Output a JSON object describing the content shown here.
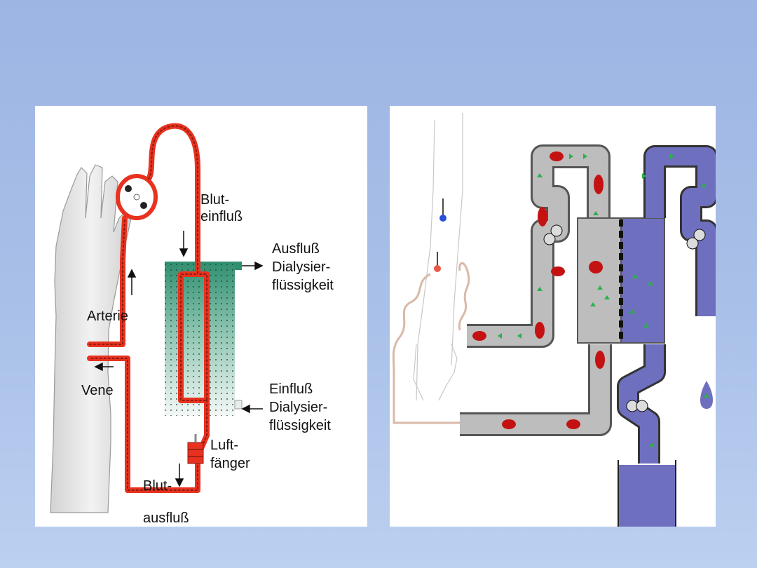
{
  "left_diagram": {
    "labels": {
      "blood_inflow_line1": "Blut-",
      "blood_inflow_line2": "einfluß",
      "dialysate_outflow_line1": "Ausfluß",
      "dialysate_outflow_line2": "Dialysier-",
      "dialysate_outflow_line3": "flüssigkeit",
      "artery": "Arterie",
      "vein": "Vene",
      "dialysate_inflow_line1": "Einfluß",
      "dialysate_inflow_line2": "Dialysier-",
      "dialysate_inflow_line3": "flüssigkeit",
      "air_trap_line1": "Luft-",
      "air_trap_line2": "fänger",
      "blood_outflow_line1": "Blut-",
      "blood_outflow_line2": "ausfluß"
    },
    "colors": {
      "tube": "#e8321f",
      "tube_dots": "#8a1a10",
      "dialyzer": "#2f8f6f"
    }
  },
  "right_diagram": {
    "colors": {
      "blood_line": "#bdbdbd",
      "dialysate": "#6f6fbf",
      "cell": "#c41212",
      "marker": "#2bb04a",
      "probe_blue": "#2a4fd8",
      "probe_red": "#e85a4a"
    }
  }
}
